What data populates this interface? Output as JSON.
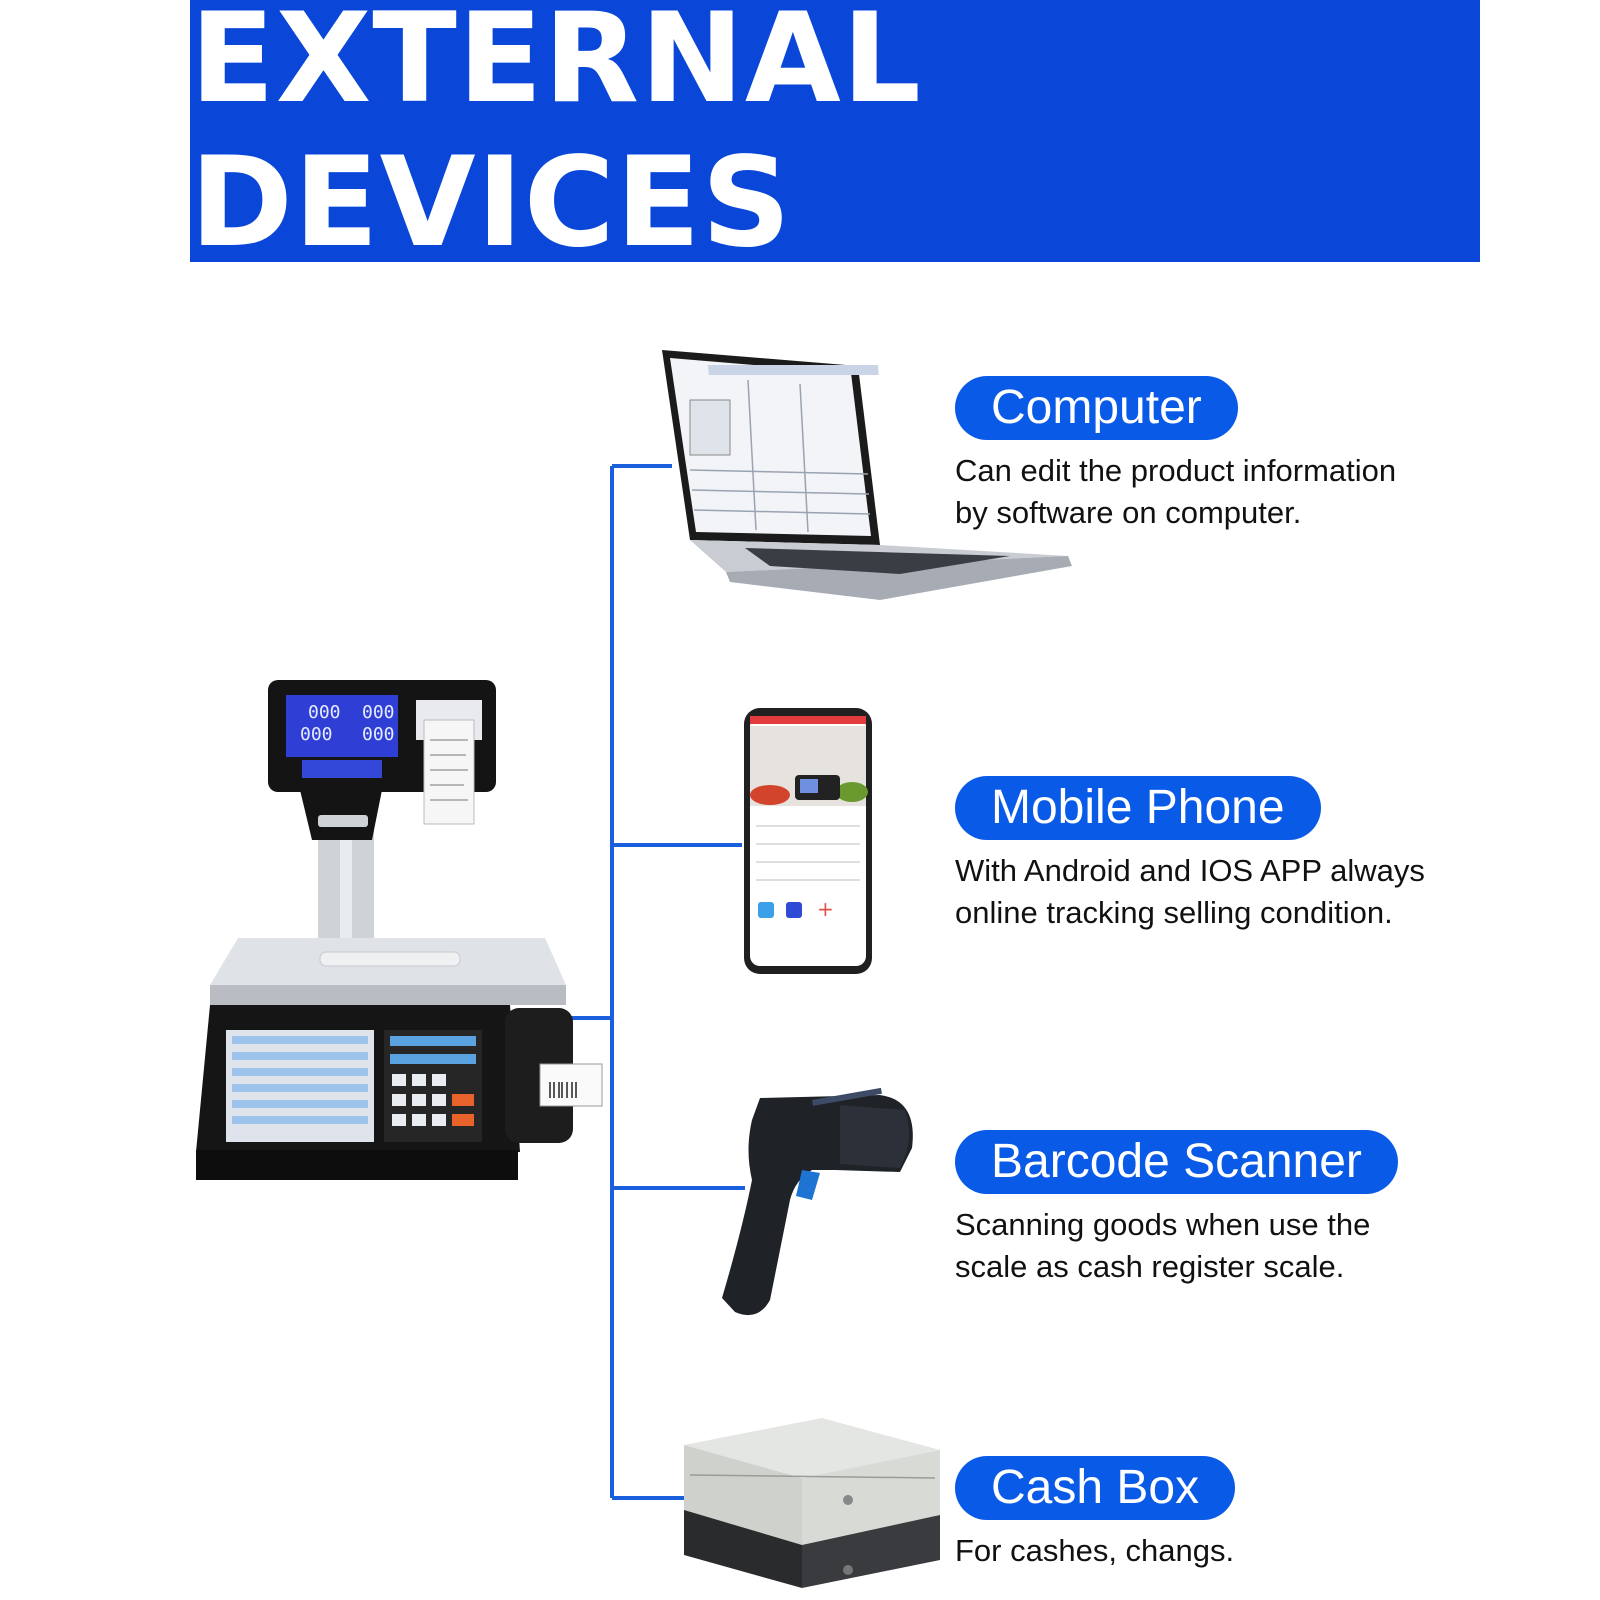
{
  "banner": {
    "title": "EXTERNAL DEVICES"
  },
  "accent_color": "#0a46d8",
  "connector_color": "#1a5fdc",
  "devices": [
    {
      "label": "Computer",
      "description": "Can edit the product information\nby software on computer.",
      "icon": "laptop-icon"
    },
    {
      "label": "Mobile Phone",
      "description": "With Android and IOS APP always\nonline tracking selling condition.",
      "icon": "smartphone-icon"
    },
    {
      "label": "Barcode Scanner",
      "description": "Scanning goods when use the\nscale as cash register scale.",
      "icon": "barcode-scanner-icon"
    },
    {
      "label": "Cash Box",
      "description": "For cashes, changs.",
      "icon": "cash-drawer-icon"
    }
  ],
  "scale": {
    "icon": "label-printing-scale-icon"
  }
}
